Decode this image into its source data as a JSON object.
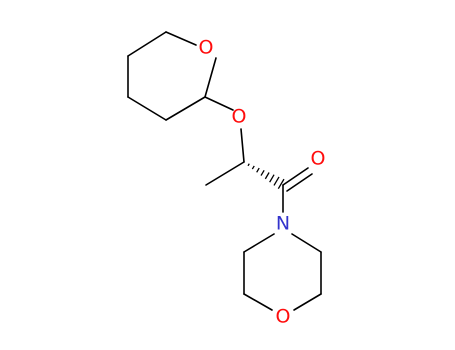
{
  "molecule": {
    "atoms": {
      "ring_oxygen": "O",
      "ether_oxygen": "O",
      "carbonyl_oxygen": "O",
      "amide_nitrogen": "N",
      "morpholine_oxygen": "O"
    },
    "colors": {
      "oxygen": "#ff0d0d",
      "nitrogen": "#3333cc",
      "bond": "#000000",
      "background": "#ffffff"
    }
  }
}
